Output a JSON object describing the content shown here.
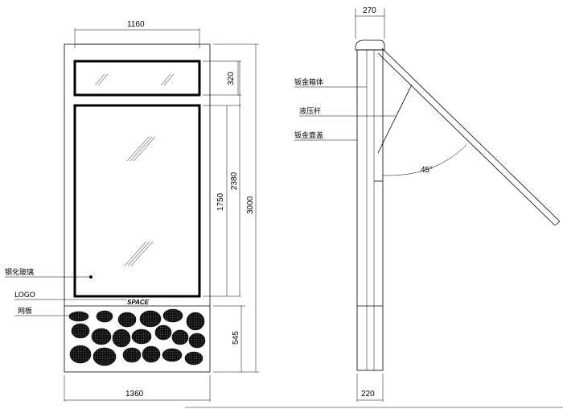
{
  "front_view": {
    "dimensions": {
      "top_width": "1160",
      "total_width": "1360",
      "top_panel_height": "320",
      "screen_height": "1750",
      "glass_height": "2380",
      "total_height": "3000",
      "base_height": "545"
    },
    "labels": {
      "tempered_glass": "钢化玻璃",
      "logo": "LOGO",
      "mesh_panel": "网板"
    },
    "logo_text": "SPACE"
  },
  "side_view": {
    "dimensions": {
      "top_width": "270",
      "bottom_width": "220",
      "angle": "45°"
    },
    "labels": {
      "sheet_metal_box": "钣金箱体",
      "hydraulic_rod": "液压杆",
      "sheet_metal_cover": "钣金面盖"
    }
  },
  "colors": {
    "line": "#000000",
    "background": "#ffffff",
    "stone_fill": "#111111"
  }
}
